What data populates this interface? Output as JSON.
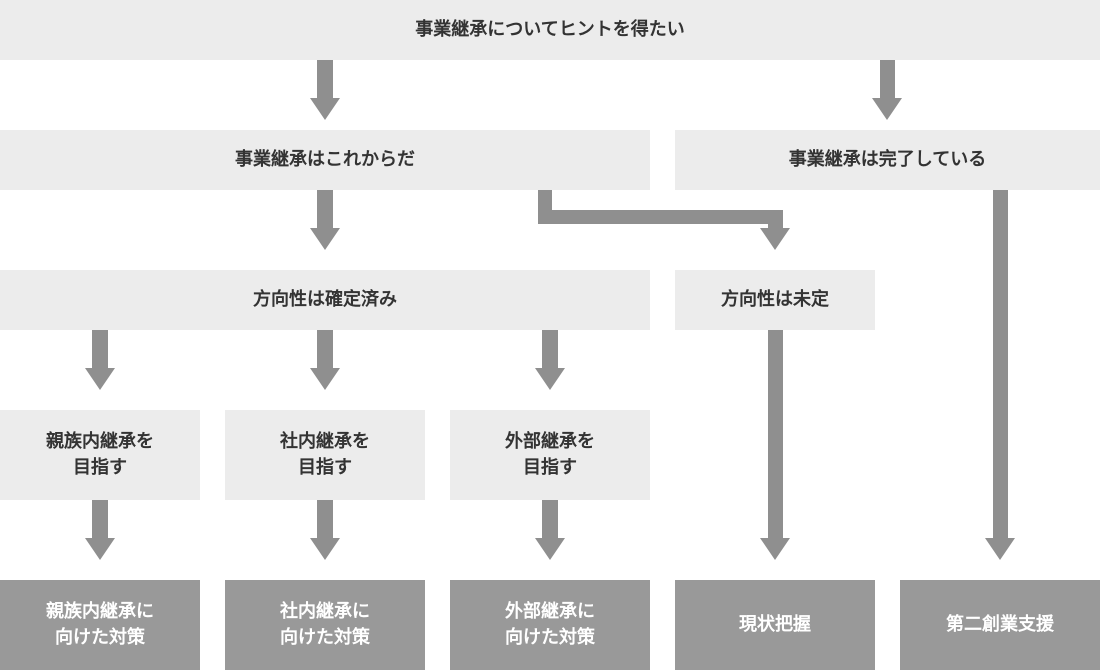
{
  "colors": {
    "light_box": "#ececec",
    "dark_box": "#999999",
    "arrow": "#8f8f8f",
    "text": "#333333"
  },
  "nodes": {
    "top": "事業継承についてヒントを得たい",
    "not_started": "事業継承はこれからだ",
    "completed": "事業継承は完了している",
    "direction_decided": "方向性は確定済み",
    "direction_undecided": "方向性は未定",
    "family": "親族内継承を\n目指す",
    "internal": "社内継承を\n目指す",
    "external": "外部継承を\n目指す",
    "res_family": "親族内継承に\n向けた対策",
    "res_internal": "社内継承に\n向けた対策",
    "res_external": "外部継承に\n向けた対策",
    "res_current": "現状把握",
    "res_second": "第二創業支援"
  }
}
